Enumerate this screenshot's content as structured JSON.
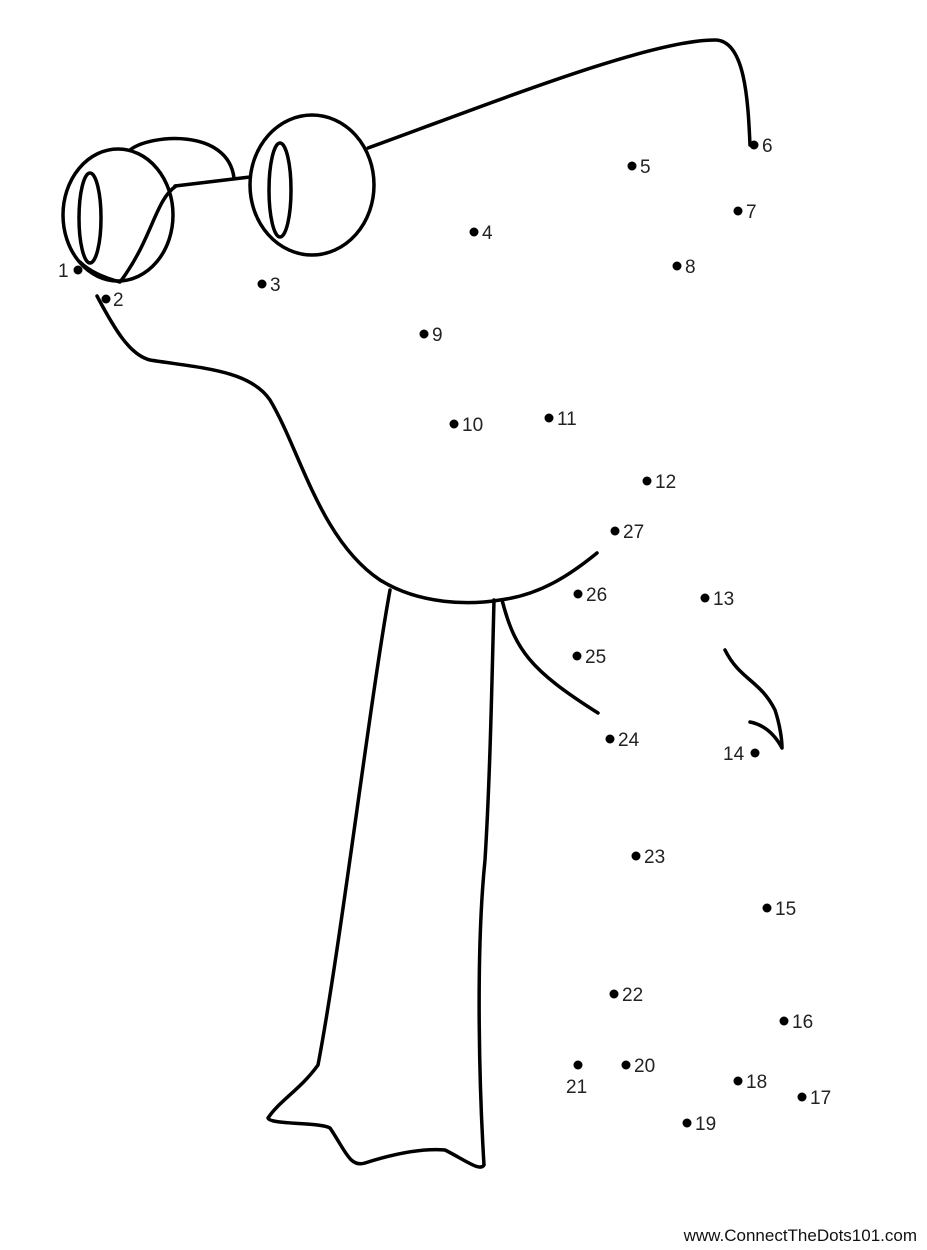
{
  "puzzle": {
    "dots": [
      "1",
      "2",
      "3",
      "4",
      "5",
      "6",
      "7",
      "8",
      "9",
      "10",
      "11",
      "12",
      "13",
      "14",
      "15",
      "16",
      "17",
      "18",
      "19",
      "20",
      "21",
      "22",
      "23",
      "24",
      "25",
      "26",
      "27"
    ]
  },
  "footer": {
    "site": "www.ConnectTheDots101.com"
  }
}
